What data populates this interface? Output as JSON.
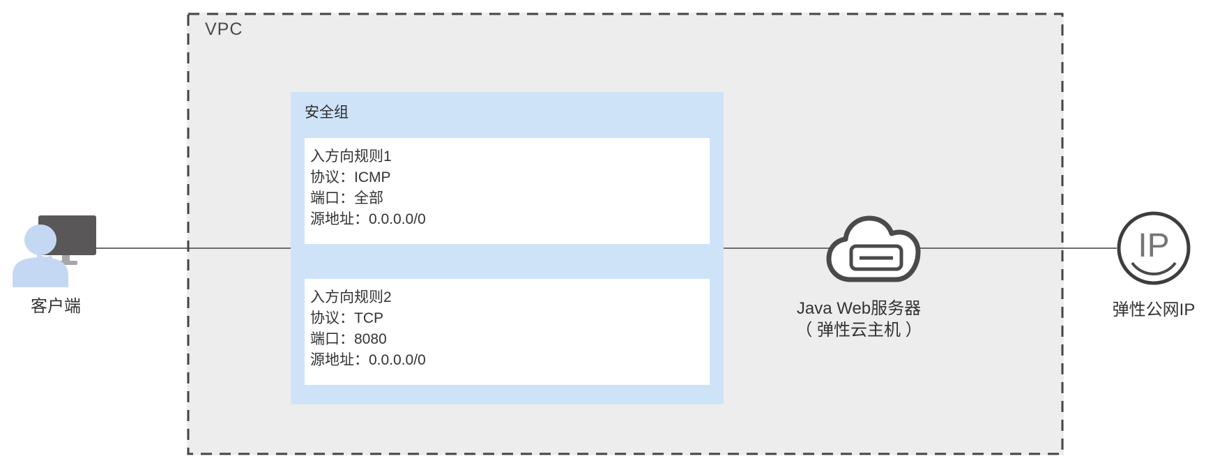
{
  "vpc": {
    "label": "VPC"
  },
  "security_group": {
    "title": "安全组",
    "rules": [
      {
        "name": "入方向规则1",
        "protocol": "协议：ICMP",
        "port": "端口：全部",
        "source": "源地址：0.0.0.0/0"
      },
      {
        "name": "入方向规则2",
        "protocol": "协议：TCP",
        "port": "端口：8080",
        "source": "源地址：0.0.0.0/0"
      }
    ]
  },
  "client": {
    "label": "客户端"
  },
  "server": {
    "label": "Java Web服务器",
    "sublabel": "（ 弹性云主机 ）"
  },
  "eip": {
    "label": "弹性公网IP",
    "icon_text": "IP"
  },
  "colors": {
    "vpc_fill": "#ededed",
    "vpc_border": "#454545",
    "security_group_fill": "#cfe3f8",
    "rule_fill": "#ffffff",
    "connector_line": "#6c6c6c",
    "icon_outline": "#4a4a4a",
    "monitor_gray": "#595757",
    "person_blue": "#c5d8f3",
    "text": "#333333"
  }
}
